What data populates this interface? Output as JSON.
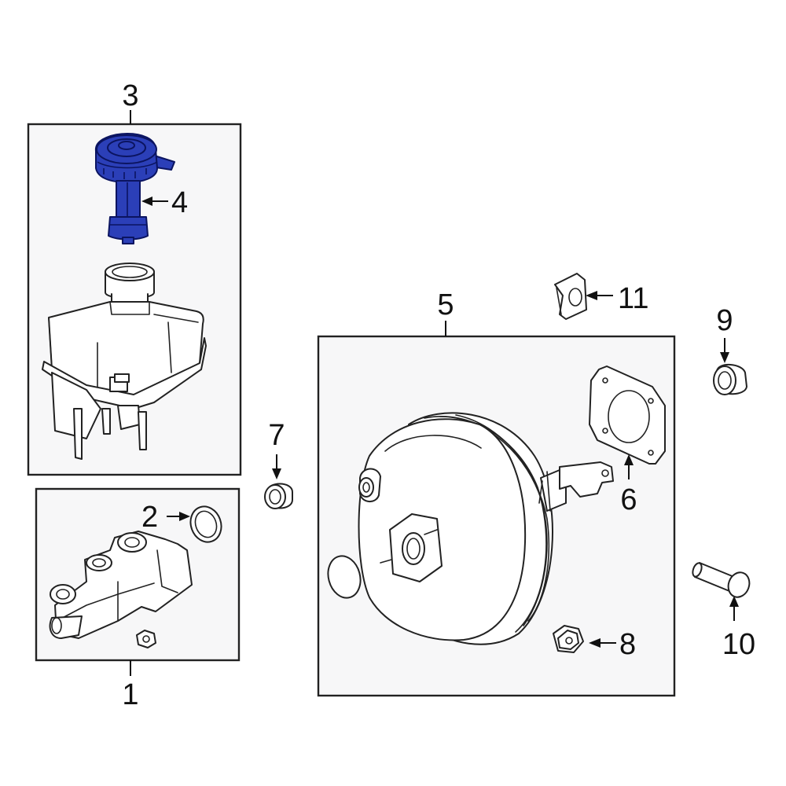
{
  "diagram": {
    "highlight_color": "#2b3fb8",
    "callouts": {
      "c1": "1",
      "c2": "2",
      "c3": "3",
      "c4": "4",
      "c5": "5",
      "c6": "6",
      "c7": "7",
      "c8": "8",
      "c9": "9",
      "c10": "10",
      "c11": "11"
    }
  }
}
